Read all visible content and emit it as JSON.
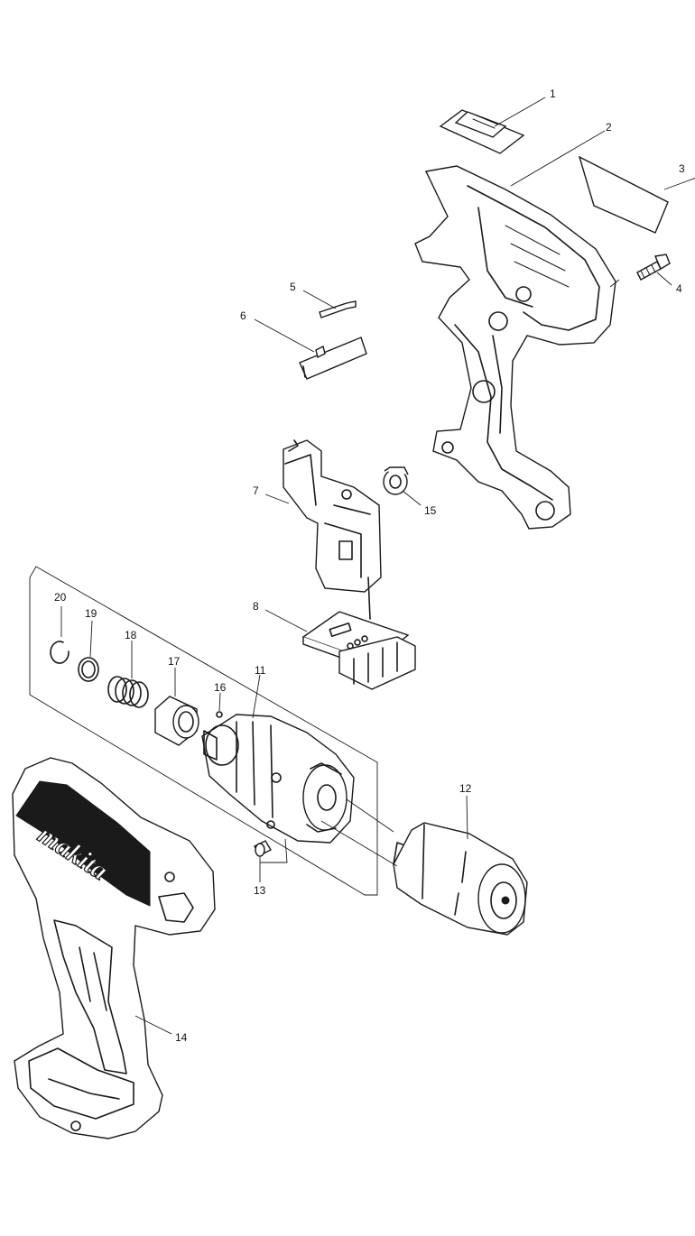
{
  "callouts": [
    "1",
    "2",
    "3",
    "4",
    "5",
    "6",
    "7",
    "8",
    "11",
    "12",
    "13",
    "14",
    "15",
    "16",
    "17",
    "18",
    "19",
    "20"
  ],
  "brand_text": "makita"
}
